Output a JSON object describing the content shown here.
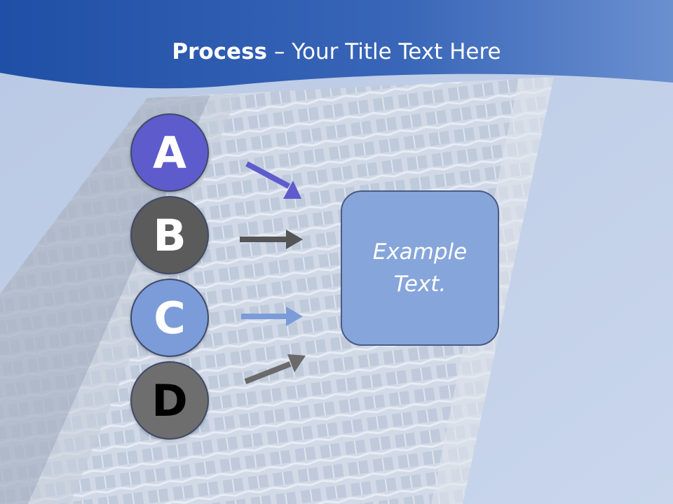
{
  "slide": {
    "title_bold": "Process",
    "title_rest": " – Your Title Text Here",
    "steps": [
      {
        "label": "A",
        "color": "#5e5ccc"
      },
      {
        "label": "B",
        "color": "#5b5b5b"
      },
      {
        "label": "C",
        "color": "#7b9cd8"
      },
      {
        "label": "D",
        "color": "#6e6e6e"
      }
    ],
    "box_text": "Example\nText.",
    "colors": {
      "header_blue": "#3f66b8",
      "background": "#c5d2e9",
      "box_fill": "#86a5da"
    }
  }
}
